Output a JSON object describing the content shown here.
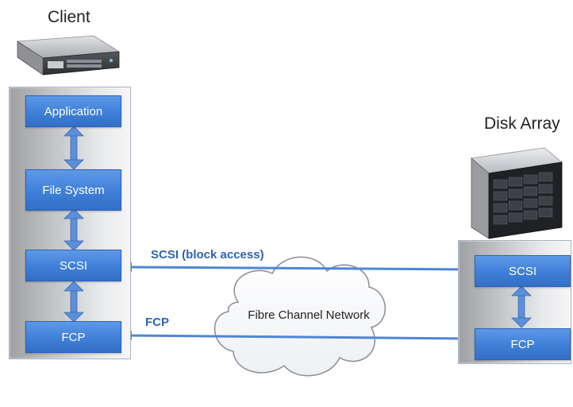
{
  "client": {
    "title": "Client",
    "icon": "rack-server-icon",
    "stack": {
      "application": "Application",
      "file_system": "File System",
      "scsi": "SCSI",
      "fcp": "FCP"
    }
  },
  "disk_array": {
    "title": "Disk Array",
    "icon": "storage-array-icon",
    "stack": {
      "scsi": "SCSI",
      "fcp": "FCP"
    }
  },
  "links": {
    "scsi": "SCSI (block access)",
    "fcp": "FCP"
  },
  "network": {
    "label": "Fibre Channel Network",
    "icon": "cloud-icon"
  },
  "colors": {
    "box_fill": "#4a86de",
    "box_border": "#2d62b3",
    "arrow": "#4f86d4",
    "link_text": "#2f63b3",
    "panel_gray": "#b9babd"
  }
}
